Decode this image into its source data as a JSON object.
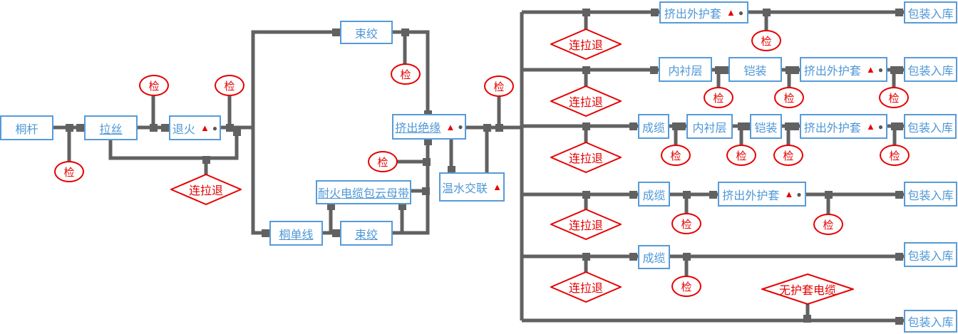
{
  "palette": {
    "box_border_blue": "#579BD8",
    "box_text_blue": "#4E97D6",
    "red": "#E60000",
    "line_gray": "#616161",
    "dot_gray": "#595959"
  },
  "symbols": {
    "triangle": "▲",
    "dot": "●"
  },
  "labels": {
    "copper_rod": "桐杆",
    "wire_drawing": "拉丝",
    "annealing": "退火",
    "bunching": "束绞",
    "extrude_insulation": "挤出绝缘",
    "copper_single_wire": "桐单线",
    "fireproof_mica_wrap": "耐火电缆包云母带",
    "warm_water_crosslink": "温水交联",
    "inspection": "检",
    "continuous_draw_anneal": "连拉退",
    "cabling": "成缆",
    "inner_lining": "内衬层",
    "armoring": "铠装",
    "extrude_outer_sheath": "挤出外护套",
    "packing_warehouse": "包装入库",
    "unsheathed_cable": "无护套电缆"
  }
}
